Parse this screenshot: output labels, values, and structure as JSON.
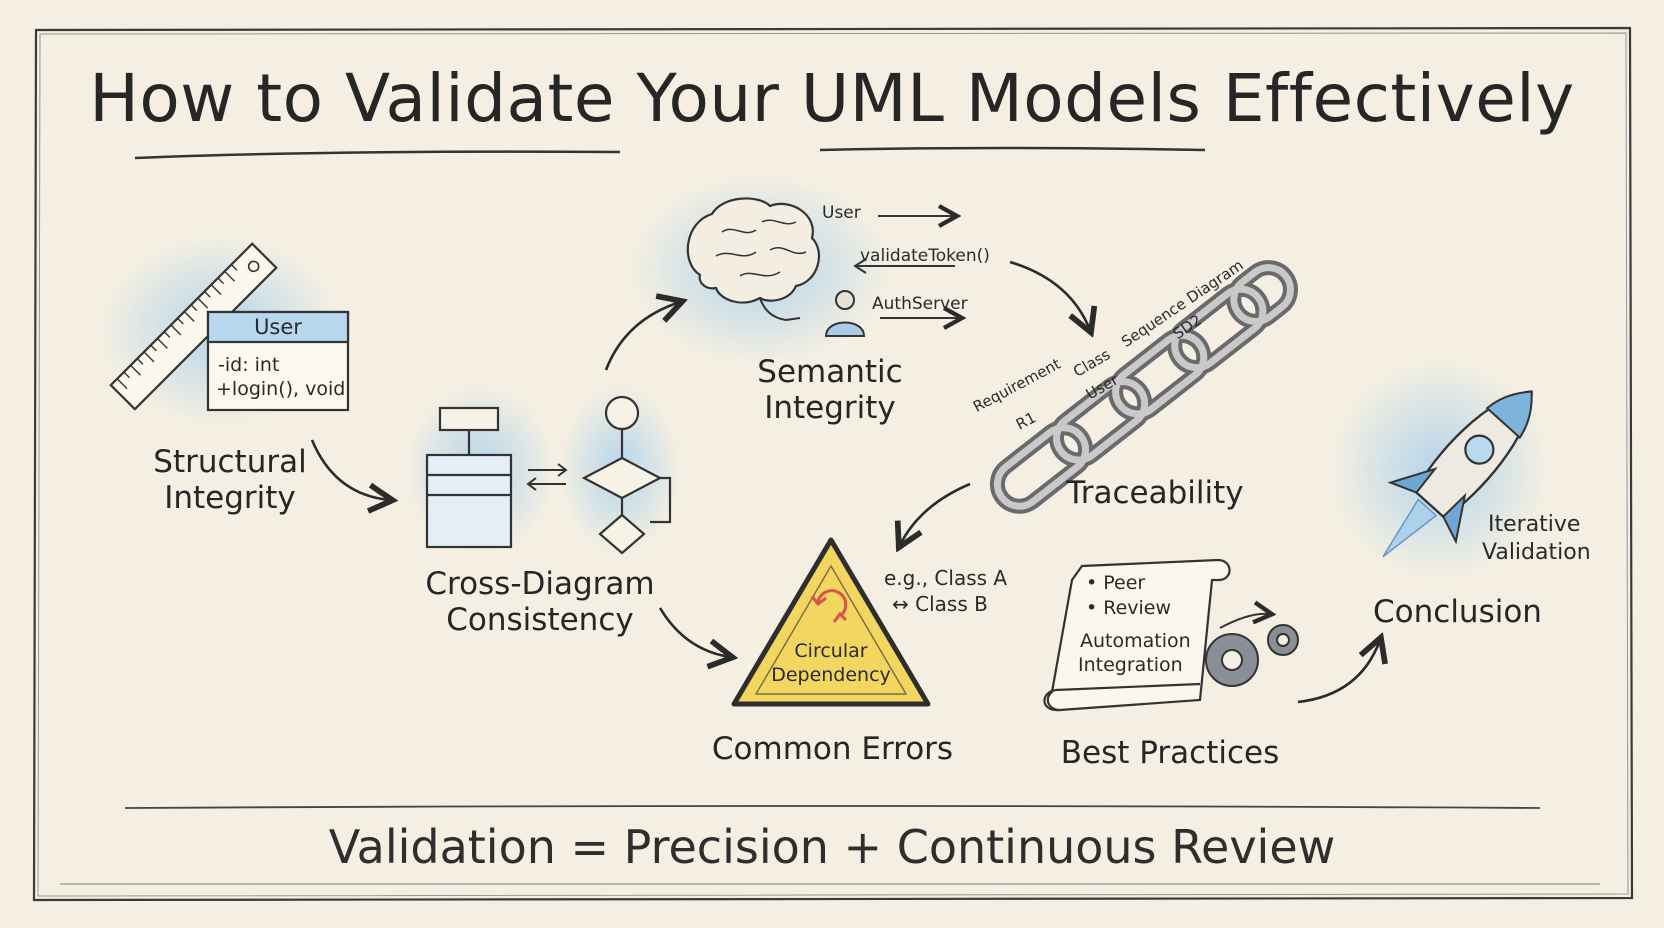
{
  "title": "How to Validate Your UML Models Effectively",
  "footer": "Validation = Precision + Continuous Review",
  "nodes": {
    "structural": {
      "line1": "Structural",
      "line2": "Integrity"
    },
    "cross": {
      "line1": "Cross-Diagram",
      "line2": "Consistency"
    },
    "semantic": {
      "line1": "Semantic",
      "line2": "Integrity"
    },
    "traceability": {
      "label": "Traceability"
    },
    "errors": {
      "label": "Common Errors"
    },
    "practices": {
      "label": "Best Practices"
    },
    "conclusion": {
      "label": "Conclusion"
    }
  },
  "class_box": {
    "name": "User",
    "attr": "-id: int",
    "op": "+login(), void"
  },
  "sequence": {
    "actor": "User",
    "message": "validateToken()",
    "server": "AuthServer"
  },
  "chain_labels": {
    "requirement": "Requirement",
    "r1": "R1",
    "class": "Class",
    "user": "User",
    "sequence": "Sequence Diagram",
    "sd2": "SD2"
  },
  "warning": {
    "line1": "Circular",
    "line2": "Dependency",
    "note1": "e.g., Class A",
    "note2": "↔ Class B"
  },
  "scroll": {
    "item1": "• Peer",
    "item2": "• Review",
    "item3": "Automation",
    "item4": "Integration"
  },
  "rocket": {
    "line1": "Iterative",
    "line2": "Validation"
  },
  "icons": [
    "ruler-icon",
    "class-diagram-icon",
    "activity-diagram-icon",
    "brain-icon",
    "person-icon",
    "chain-icon",
    "warning-triangle-icon",
    "cycle-icon",
    "scroll-icon",
    "gears-icon",
    "rocket-icon"
  ],
  "colors": {
    "paper": "#f4efe2",
    "ink": "#2b2b2b",
    "wash_blue": "#b9d9ef",
    "warning_yellow": "#f2d45a",
    "cycle_red": "#d9534f"
  }
}
